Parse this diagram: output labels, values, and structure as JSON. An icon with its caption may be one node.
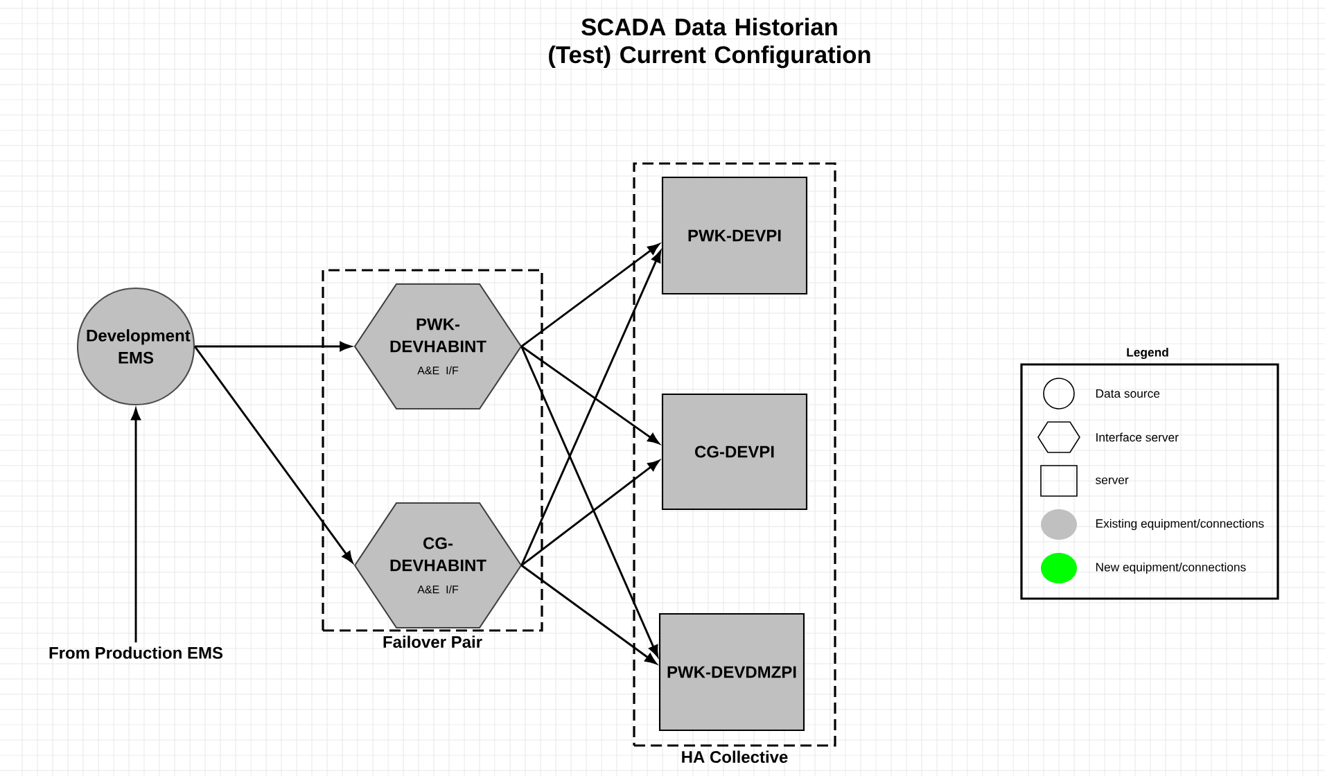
{
  "diagram": {
    "title": "SCADA Data Historian (Test) Current Configuration",
    "nodes": [
      {
        "text": [
          "Development EMS"
        ]
      },
      {
        "text": [
          "From Production EMS"
        ]
      },
      {
        "text": [
          "Failover Pair"
        ]
      },
      {
        "text": [
          "PWK-DEVHABINT",
          "A&E I/F"
        ],
        "in": 2
      },
      {
        "text": [
          "CG-DEVHABINT",
          "A&E I/F"
        ],
        "in": 2
      },
      {
        "text": [
          "HA Collective"
        ]
      },
      {
        "text": [
          "PWK-DEVPI"
        ],
        "in": 5
      },
      {
        "text": [
          "CG-DEVPI"
        ],
        "in": 5
      },
      {
        "text": [
          "PWK-DEVDMZPI"
        ],
        "in": 5
      }
    ],
    "edges": [
      {
        "from": 1,
        "to": 0,
        "arrow": "to"
      },
      {
        "from": 0,
        "to": 3,
        "arrow": "to"
      },
      {
        "from": 0,
        "to": 4,
        "arrow": "to"
      },
      {
        "from": 3,
        "to": 6,
        "arrow": "to"
      },
      {
        "from": 3,
        "to": 7,
        "arrow": "to"
      },
      {
        "from": 3,
        "to": 8,
        "arrow": "to"
      },
      {
        "from": 4,
        "to": 6,
        "arrow": "to"
      },
      {
        "from": 4,
        "to": 7,
        "arrow": "to"
      },
      {
        "from": 4,
        "to": 8,
        "arrow": "to"
      }
    ],
    "labels": [
      "Legend"
    ],
    "legend": [
      {
        "text": "Data source"
      },
      {
        "text": "Interface server"
      },
      {
        "text": "server"
      },
      {
        "text": "Existing equipment/connections",
        "color": "#c0c0c0"
      },
      {
        "text": "New equipment/connections",
        "color": "#00ff00"
      }
    ]
  }
}
